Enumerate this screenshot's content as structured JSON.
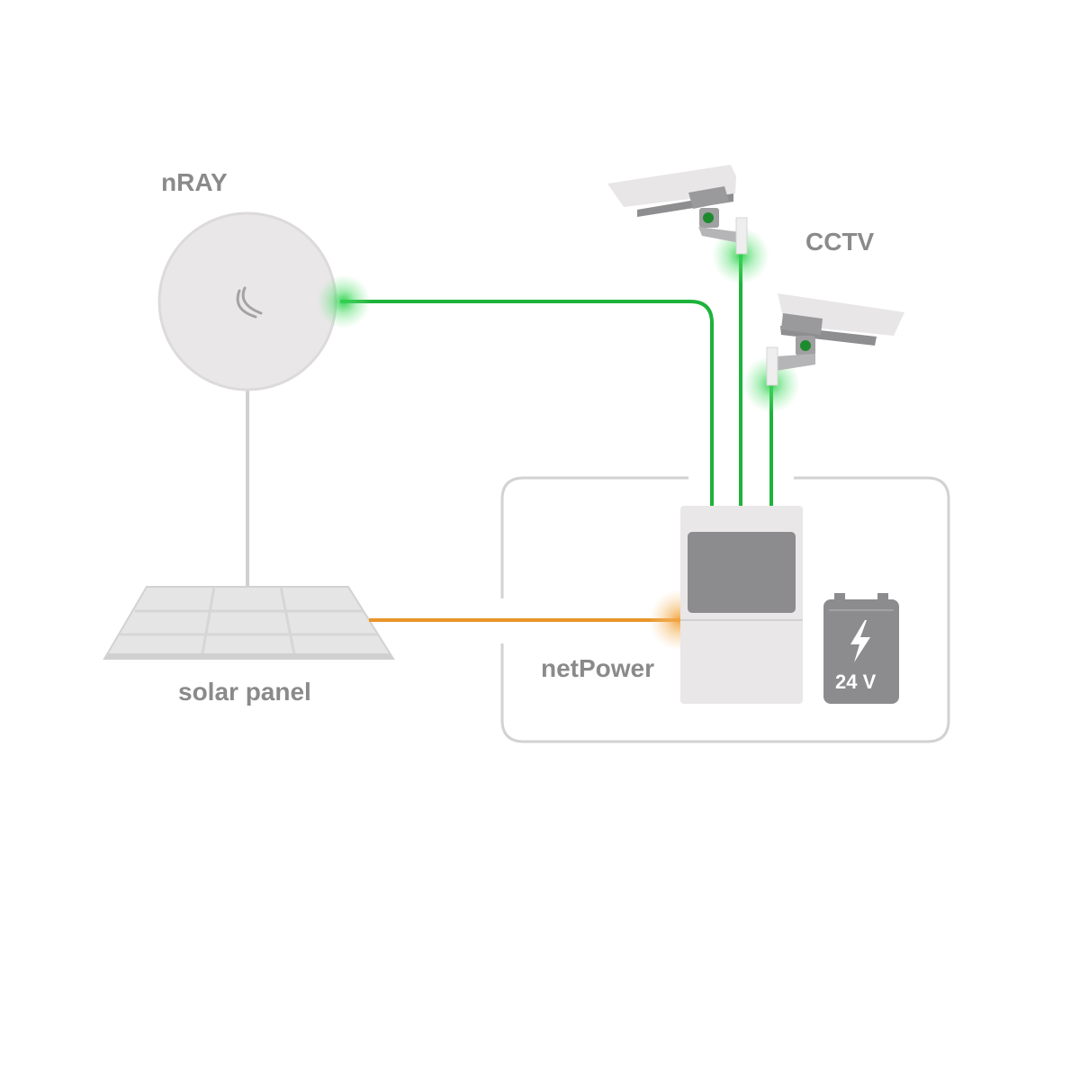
{
  "labels": {
    "nray": "nRAY",
    "cctv": "CCTV",
    "solar_panel": "solar panel",
    "netpower": "netPower",
    "battery_voltage": "24 V"
  },
  "icons": {
    "nray_logo": "mikrotik-swirl-icon",
    "battery": "battery-icon",
    "lightning": "lightning-bolt-icon",
    "camera": "cctv-camera-icon"
  },
  "colors": {
    "data_link": "#1db33a",
    "power_link": "#e8962a",
    "device": "#e9e7e8",
    "outline": "#d2d2d2",
    "dark_gray": "#8c8b8d",
    "label": "#8a8a8a"
  }
}
